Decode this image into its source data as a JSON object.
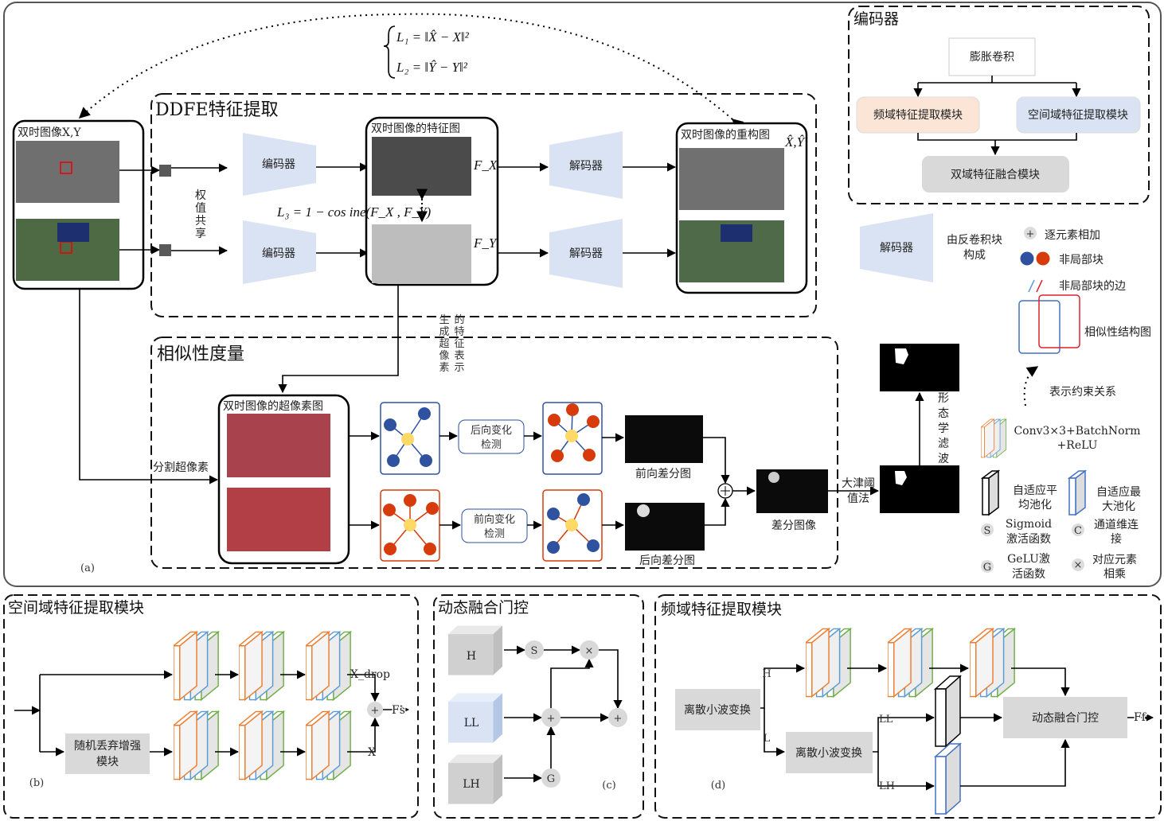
{
  "panel_a": {
    "label": "(a)",
    "loss": {
      "l1": "L₁ = ‖X̂ − X‖²",
      "l2": "L₂ = ‖Ŷ − Y‖²",
      "l3": "L₃ = 1 − cos ine(F_X , F_Y)"
    },
    "input_box": {
      "title": "双时图像X,Y"
    },
    "weight_sharing": [
      "权",
      "值",
      "共",
      "享"
    ],
    "ddfe": {
      "title": "DDFE特征提取",
      "encoder": "编码器",
      "decoder": "解码器",
      "feature_box_title": "双时图像的特征图",
      "fx": "F_X",
      "fy": "F_Y",
      "recon_box_title": "双时图像的重构图",
      "recon_symbols": "X̂,Ŷ"
    },
    "encoder_box": {
      "title": "编码器",
      "dilated_conv": "膨胀卷积",
      "freq_module": "频域特征提取模块",
      "spatial_module": "空间域特征提取模块",
      "fusion_module": "双域特征融合模块"
    },
    "similarity": {
      "title": "相似性度量",
      "superpixel_features_col1": [
        "生",
        "成",
        "超",
        "像",
        "素"
      ],
      "superpixel_features_col2": [
        "的",
        "特",
        "征",
        "表",
        "示"
      ],
      "segment_label": "分割超像素",
      "superpixel_box_title": "双时图像的超像素图",
      "backward_detect": [
        "后向变化",
        "检测"
      ],
      "forward_detect": [
        "前向变化",
        "检测"
      ],
      "forward_diff": "前向差分图",
      "backward_diff": "后向差分图",
      "diff_image": "差分图像",
      "otsu": [
        "大津阈",
        "值法"
      ],
      "morph_filter": [
        "形",
        "态",
        "学",
        "滤",
        "波"
      ]
    },
    "legend": {
      "decoder": "解码器",
      "decoder_desc": [
        "由反卷积块",
        "构成"
      ],
      "add": "逐元素相加",
      "nonlocal_block": "非局部块",
      "nonlocal_edge": "非局部块的边",
      "similarity_graph": "相似性结构图",
      "constraint": "表示约束关系",
      "conv": [
        "Conv3×3+BatchNorm",
        "+ReLU"
      ],
      "avg_pool": [
        "自适应平",
        "均池化"
      ],
      "max_pool": [
        "自适应最",
        "大池化"
      ],
      "sigmoid_symbol": "S",
      "sigmoid": [
        "Sigmoid",
        "激活函数"
      ],
      "concat_symbol": "C",
      "concat": [
        "通道维连",
        "接"
      ],
      "gelu_symbol": "G",
      "gelu": [
        "GeLU激",
        "活函数"
      ],
      "mul_symbol": "×",
      "mul": [
        "对应元素",
        "相乘"
      ]
    }
  },
  "panel_b": {
    "title": "空间域特征提取模块",
    "label": "(b)",
    "dropout_module": [
      "随机丢弃增强",
      "模块"
    ],
    "x_drop": "X_drop",
    "x": "X",
    "plus": "+",
    "out": "Fs"
  },
  "panel_c": {
    "title": "动态融合门控",
    "label": "(c)",
    "h": "H",
    "ll": "LL",
    "lh": "LH",
    "s": "S",
    "mul": "×",
    "plus": "+",
    "g": "G"
  },
  "panel_d": {
    "title": "频域特征提取模块",
    "label": "(d)",
    "dwt": "离散小波变换",
    "h": "H",
    "l": "L",
    "ll": "LL",
    "lh": "LH",
    "fusion": "动态融合门控",
    "out": "Ff"
  },
  "colors": {
    "encoder_fill": "#dae3f3",
    "freq_fill": "#fbe5d6",
    "gray_fill": "#d9d9d9",
    "blue_node": "#2f52a0",
    "red_node": "#d83b0b",
    "yellow_node": "#ffd966"
  }
}
